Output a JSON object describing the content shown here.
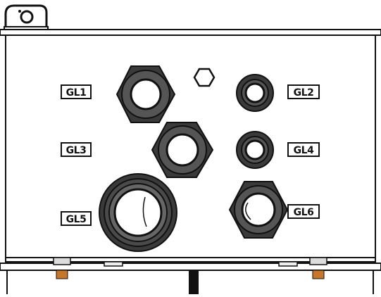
{
  "diagram": {
    "labels": [
      "GL1",
      "GL2",
      "GL3",
      "GL4",
      "GL5",
      "GL6"
    ]
  },
  "colors": {
    "line": "#111111",
    "gland_dark": "#3a3a3a",
    "gland_mid": "#555555",
    "terminal": "#c8772a"
  },
  "icons": {
    "top_mount": "mounting-tab-icon",
    "plug": "hex-plug-icon"
  }
}
